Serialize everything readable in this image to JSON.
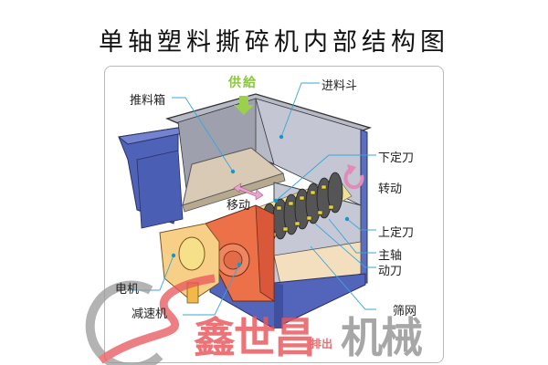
{
  "title": "单轴塑料撕碎机内部结构图",
  "feed_label": "供給",
  "labels": {
    "push_box": "推料箱",
    "hopper": "进料斗",
    "lower_fixed_blade": "下定刀",
    "rotation": "转动",
    "movement": "移动",
    "upper_fixed_blade": "上定刀",
    "main_shaft": "主轴",
    "moving_blade": "动刀",
    "motor": "电机",
    "reducer": "减速机",
    "screen": "筛网",
    "discharge": "排出"
  },
  "watermark": {
    "brand_red": "鑫世昌",
    "brand_gray": "机械"
  },
  "colors": {
    "frame_blue": "#5a6fbf",
    "hopper_gray": "#b8bccb",
    "push_box_beige": "#d9cbb5",
    "motor_yellow": "#f8cf86",
    "reducer_orange": "#ec7048",
    "blade_yellow": "#f1e58a",
    "feed_green": "#8cc63f",
    "leader_line": "#3aa6d6",
    "arrow_pink": "#e08bb8",
    "watermark_red": "#e8555a",
    "watermark_gray": "#8a8a8a"
  }
}
